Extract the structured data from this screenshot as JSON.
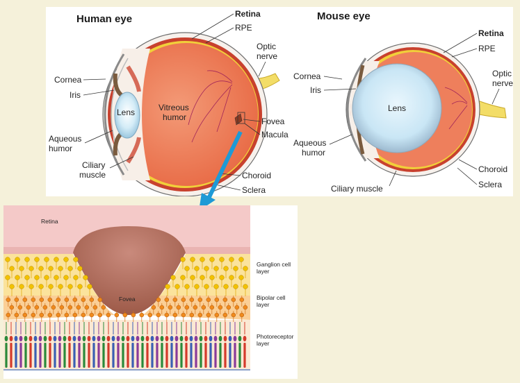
{
  "human": {
    "title": "Human eye",
    "labels": {
      "retina": "Retina",
      "rpe": "RPE",
      "optic_nerve_1": "Optic",
      "optic_nerve_2": "nerve",
      "cornea": "Cornea",
      "iris": "Iris",
      "lens": "Lens",
      "vitreous_1": "Vitreous",
      "vitreous_2": "humor",
      "fovea": "Fovea",
      "macula": "Macula",
      "aqueous_1": "Aqueous",
      "aqueous_2": "humor",
      "ciliary_1": "Ciliary",
      "ciliary_2": "muscle",
      "choroid": "Choroid",
      "sclera": "Sclera"
    }
  },
  "mouse": {
    "title": "Mouse eye",
    "labels": {
      "retina": "Retina",
      "rpe": "RPE",
      "optic_nerve_1": "Optic",
      "optic_nerve_2": "nerve",
      "cornea": "Cornea",
      "iris": "Iris",
      "lens": "Lens",
      "aqueous_1": "Aqueous",
      "aqueous_2": "humor",
      "ciliary": "Ciliary muscle",
      "choroid": "Choroid",
      "sclera": "Sclera"
    }
  },
  "retina_detail": {
    "retina": "Retina",
    "fovea": "Fovea",
    "ganglion_1": "Ganglion cell",
    "ganglion_2": "layer",
    "bipolar_1": "Bipolar cell",
    "bipolar_2": "layer",
    "photo_1": "Photoreceptor",
    "photo_2": "layer"
  },
  "colors": {
    "background": "#f5f1da",
    "vitreous": "#ef7b58",
    "choroid": "#c0392b",
    "rpe": "#f2d33b",
    "optic_nerve": "#f7e26b",
    "lens": "#d8eef8",
    "arrow": "#1e9ad6",
    "retina_surface": "#f4c9c8",
    "ganglion": "#f2c200",
    "bipolar": "#f08a1c",
    "photoreceptors": [
      "#2a8a3a",
      "#d43a2a",
      "#3a5fb4",
      "#8a3a9a"
    ]
  }
}
